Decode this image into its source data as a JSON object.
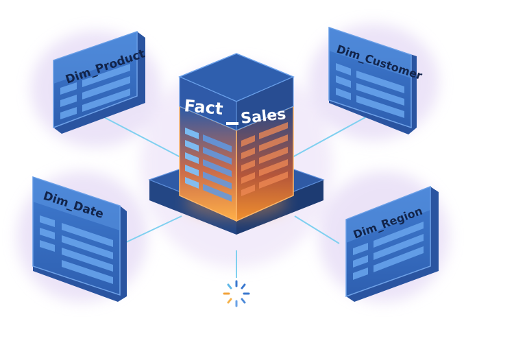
{
  "fact_table": {
    "name_part1": "Fact",
    "name_part2": "Sales"
  },
  "dimension_tables": [
    {
      "id": "product",
      "name": "Dim_Product"
    },
    {
      "id": "customer",
      "name": "Dim_Customer"
    },
    {
      "id": "date",
      "name": "Dim_Date"
    },
    {
      "id": "region",
      "name": "Dim_Region"
    }
  ],
  "colors": {
    "dimension_fill": "#3a74c8",
    "dimension_header": "#4a86d6",
    "fact_top": "#2f5fae",
    "fact_glow": "#ff9a3c",
    "connector": "#7fd0f0",
    "halo": "#e3d6f5"
  },
  "icons": {
    "loading": "spinner-icon"
  }
}
